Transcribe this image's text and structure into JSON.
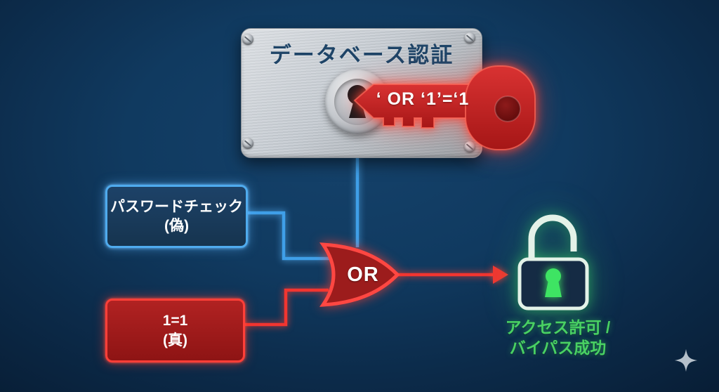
{
  "plate": {
    "title": "データベース認証"
  },
  "key": {
    "label": "‘ OR ‘1’=‘1"
  },
  "password_box": {
    "line1": "パスワードチェック",
    "line2": "(偽)"
  },
  "tautology_box": {
    "line1": "1=1",
    "line2": "(真)"
  },
  "or_gate": {
    "label": "OR"
  },
  "result": {
    "line1": "アクセス許可 /",
    "line2": "バイパス成功"
  },
  "icons": {
    "keyhole": "keyhole-icon",
    "key": "key-icon",
    "screws": "screw-icon",
    "padlock": "unlocked-padlock-icon",
    "sparkle": "sparkle-icon"
  },
  "colors": {
    "background_center": "#15426b",
    "background_edge": "#081e36",
    "wire_blue": "#3f9fe8",
    "wire_red": "#f23530",
    "box_blue_fill": "#17395e",
    "box_blue_border": "#4fabee",
    "box_red_fill": "#a31d1d",
    "box_red_border": "#ff3f38",
    "gate_fill": "#9c1c1c",
    "key_red": "#c62525",
    "lock_green": "#3ee463",
    "lock_outline": "#e3f2e8",
    "result_text_green": "#49d163",
    "plate_title_navy": "#1e4467"
  }
}
